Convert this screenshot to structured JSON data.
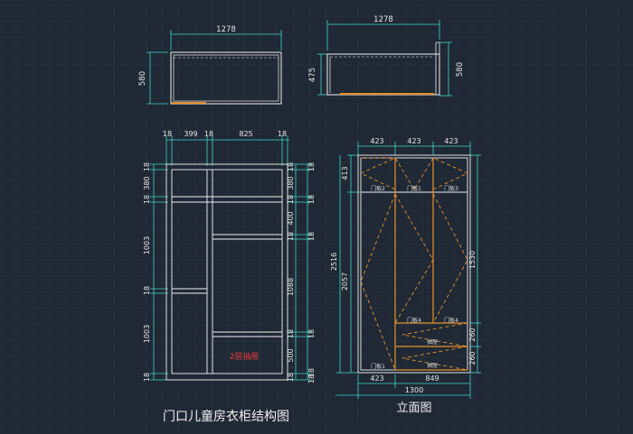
{
  "colors": {
    "background": "#1f2834",
    "grid": "#2c3644",
    "cabinet": "#f2f2f2",
    "dimension": "#3fd6c8",
    "dimension_text": "#e8e8e8",
    "door_swing": "#e8922a",
    "red_label": "#e53a3a",
    "door_label": "#dcdcdc"
  },
  "plan_left": {
    "width_label": "1278",
    "depth_label": "580"
  },
  "plan_right": {
    "width_label": "1278",
    "depth_left_label": "475",
    "depth_right_label": "580"
  },
  "section": {
    "top_dims": [
      "18",
      "399",
      "18",
      "825",
      "18"
    ],
    "left_dims": [
      "18",
      "380",
      "18",
      "1003",
      "18",
      "1003",
      "18"
    ],
    "right_dims_outer": [
      "18",
      "380",
      "18",
      "400",
      "18",
      "1088",
      "18",
      "500",
      "18"
    ],
    "right_dims_inner": [
      "18",
      "18",
      "18",
      "18",
      "18",
      "18"
    ],
    "drawer_note": "2层抽屉"
  },
  "elevation": {
    "top_dims": [
      "423",
      "423",
      "423"
    ],
    "bottom_dims": [
      "423",
      "849"
    ],
    "total_width": "1300",
    "left_dims": [
      "413",
      "2516",
      "2057"
    ],
    "right_dims": [
      "1530",
      "260",
      "260"
    ],
    "door_labels": [
      "门板2",
      "门板1",
      "门板3",
      "门板4",
      "门板4",
      "门板1"
    ],
    "drawer_labels": [
      "抽屉",
      "抽屉"
    ]
  },
  "captions": {
    "main": "门口儿童房衣柜结构图",
    "elevation": "立面图"
  }
}
